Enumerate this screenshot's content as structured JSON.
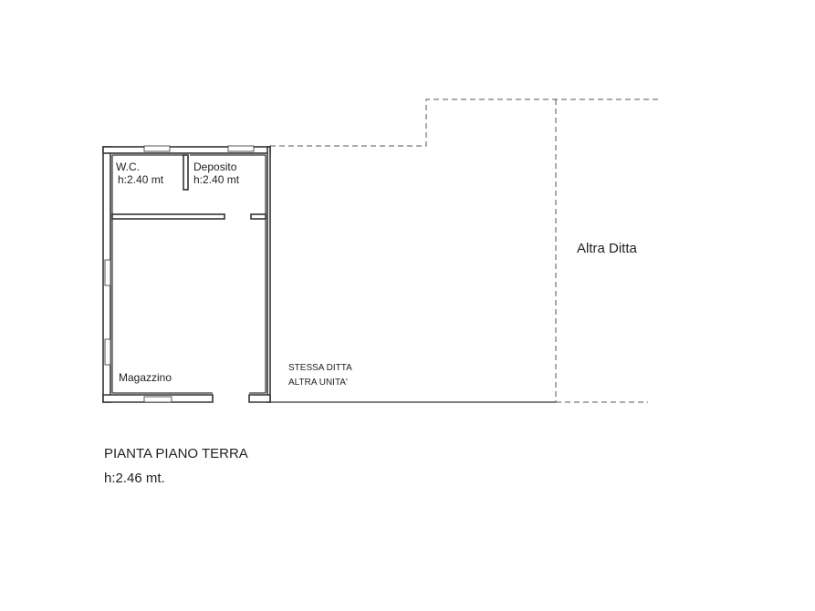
{
  "rooms": {
    "wc": {
      "name": "W.C.",
      "height": "h:2.40 mt"
    },
    "deposito": {
      "name": "Deposito",
      "height": "h:2.40 mt"
    },
    "magazzino": {
      "name": "Magazzino"
    }
  },
  "areas": {
    "stessa_ditta_line1": "STESSA DITTA",
    "stessa_ditta_line2": "ALTRA UNITA'",
    "altra_ditta": "Altra Ditta"
  },
  "caption": {
    "title": "PIANTA PIANO TERRA",
    "height": "h:2.46 mt."
  }
}
